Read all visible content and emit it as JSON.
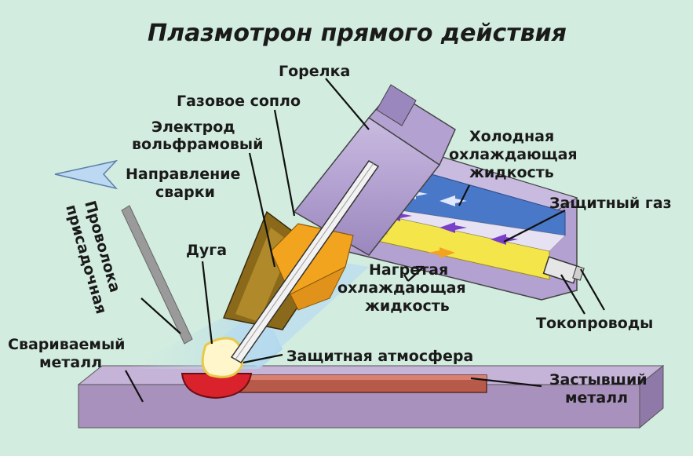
{
  "title": "Плазмотрон прямого действия",
  "labels": {
    "torch": "Горелка",
    "gas_nozzle": "Газовое сопло",
    "electrode_1": "Электрод",
    "electrode_2": "вольфрамовый",
    "direction_1": "Направление",
    "direction_2": "сварки",
    "cold_1": "Холодная",
    "cold_2": "охлаждающая",
    "cold_3": "жидкость",
    "shield_gas": "Защитный газ",
    "wire_1": "Проволока",
    "wire_2": "присадочная",
    "arc": "Дуга",
    "hot_1": "Нагретая",
    "hot_2": "охлаждающая",
    "hot_3": "жидкость",
    "conductors": "Токопроводы",
    "base_metal_1": "Свариваемый",
    "base_metal_2": "металл",
    "atmosphere": "Защитная атмосфера",
    "solid_1": "Застывший",
    "solid_2": "металл"
  },
  "colors": {
    "background": "#d2ecdf",
    "torch_body": "#b8a6d4",
    "torch_dark": "#8e7bb3",
    "cold_channel": "#4a78c8",
    "hot_channel": "#f4e64a",
    "arrow_purple": "#7a3fc8",
    "nozzle": "#8a6a1a",
    "orange_part": "#f3a41e",
    "weld_pool": "#d9222b",
    "solid_bead": "#b85a4a",
    "base_metal": "#a991bd",
    "atmosphere": "#b8dbf0"
  }
}
